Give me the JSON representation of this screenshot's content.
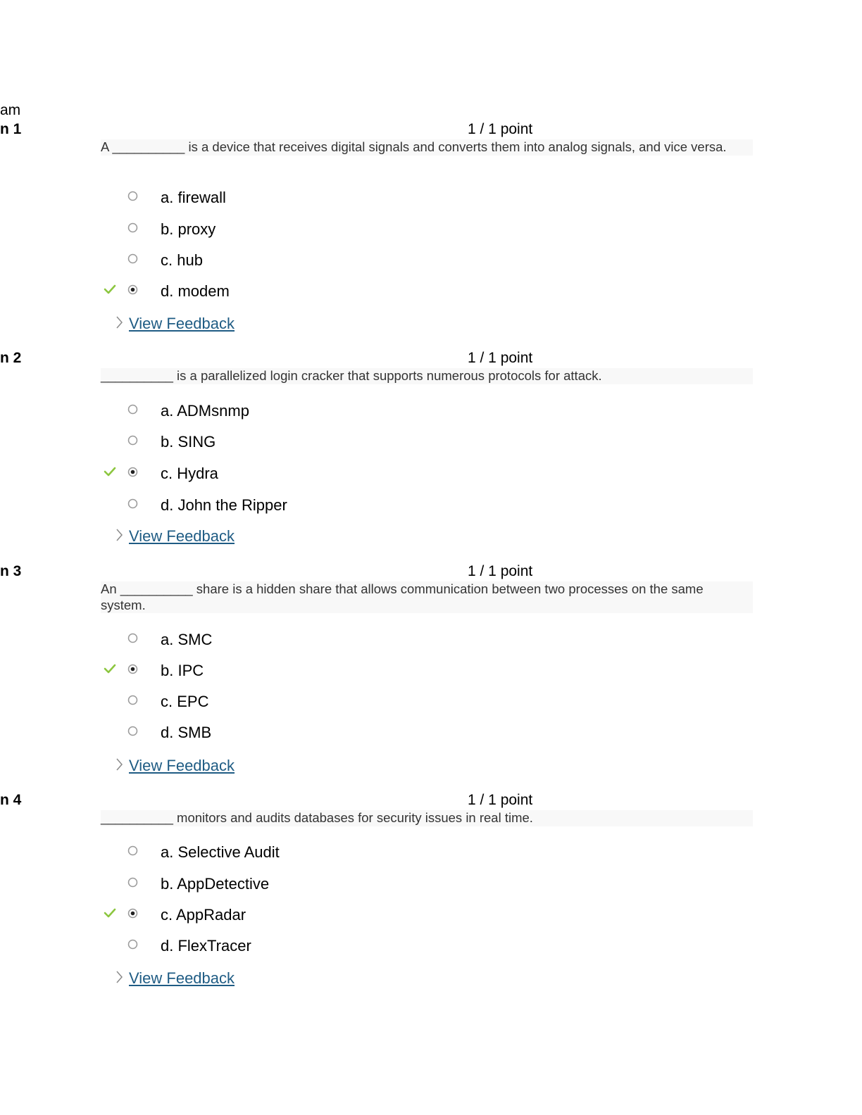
{
  "header": {
    "title": "am"
  },
  "questions": [
    {
      "title": "n 1",
      "points": "1 / 1 point",
      "text": "A __________ is a device that receives digital signals and converts them into analog signals, and vice versa.",
      "options": [
        {
          "label": "a. firewall",
          "selected": false,
          "correct": false
        },
        {
          "label": "b. proxy",
          "selected": false,
          "correct": false
        },
        {
          "label": "c. hub",
          "selected": false,
          "correct": false
        },
        {
          "label": "d. modem",
          "selected": true,
          "correct": true
        }
      ],
      "feedback_label": "View Feedback"
    },
    {
      "title": "n 2",
      "points": "1 / 1 point",
      "text": "__________ is a parallelized login cracker that supports numerous protocols for attack.",
      "options": [
        {
          "label": "a. ADMsnmp",
          "selected": false,
          "correct": false
        },
        {
          "label": "b. SING",
          "selected": false,
          "correct": false
        },
        {
          "label": "c. Hydra",
          "selected": true,
          "correct": true
        },
        {
          "label": "d. John the Ripper",
          "selected": false,
          "correct": false
        }
      ],
      "feedback_label": "View Feedback"
    },
    {
      "title": "n 3",
      "points": "1 / 1 point",
      "text": "An __________ share is a hidden share that allows communication between two processes on the same system.",
      "options": [
        {
          "label": "a. SMC",
          "selected": false,
          "correct": false
        },
        {
          "label": "b. IPC",
          "selected": true,
          "correct": true
        },
        {
          "label": "c. EPC",
          "selected": false,
          "correct": false
        },
        {
          "label": "d. SMB",
          "selected": false,
          "correct": false
        }
      ],
      "feedback_label": "View Feedback"
    },
    {
      "title": "n 4",
      "points": "1 / 1 point",
      "text": "__________ monitors and audits databases for security issues in real time.",
      "options": [
        {
          "label": "a. Selective Audit",
          "selected": false,
          "correct": false
        },
        {
          "label": "b. AppDetective",
          "selected": false,
          "correct": false
        },
        {
          "label": "c. AppRadar",
          "selected": true,
          "correct": true
        },
        {
          "label": "d. FlexTracer",
          "selected": false,
          "correct": false
        }
      ],
      "feedback_label": "View Feedback"
    }
  ],
  "icons": {
    "check": "check-icon",
    "radio": "radio-icon",
    "chevron": "chevron-right-icon"
  },
  "colors": {
    "check": "#8cc63f",
    "link": "#1f5c84",
    "question_text": "#333333",
    "question_bg": "#f8f8f8"
  }
}
